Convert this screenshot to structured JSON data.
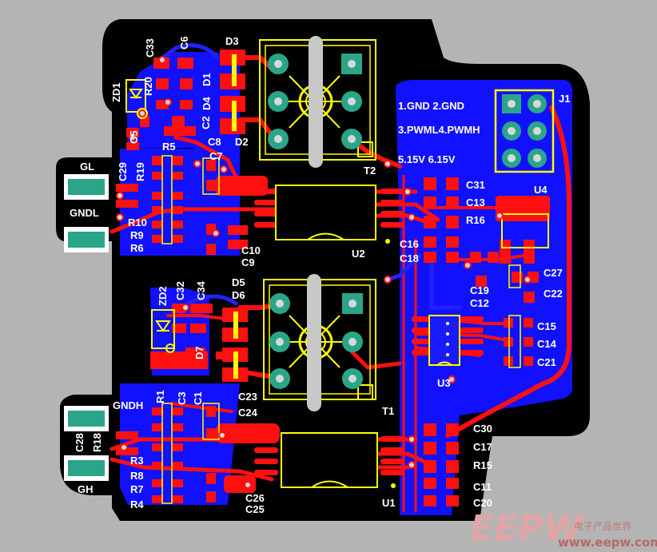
{
  "components": [
    {
      "id": "c33",
      "text": "C33"
    },
    {
      "id": "c6",
      "text": "C6"
    },
    {
      "id": "d3",
      "text": "D3"
    },
    {
      "id": "zd1",
      "text": "ZD1"
    },
    {
      "id": "r20",
      "text": "R20"
    },
    {
      "id": "d1",
      "text": "D1"
    },
    {
      "id": "d4",
      "text": "D4"
    },
    {
      "id": "c5",
      "text": "C5"
    },
    {
      "id": "c2",
      "text": "C2"
    },
    {
      "id": "c8",
      "text": "C8"
    },
    {
      "id": "d2",
      "text": "D2"
    },
    {
      "id": "r5",
      "text": "R5"
    },
    {
      "id": "c7",
      "text": "C7"
    },
    {
      "id": "t2",
      "text": "T2"
    },
    {
      "id": "c29",
      "text": "C29"
    },
    {
      "id": "r19",
      "text": "R19"
    },
    {
      "id": "r10",
      "text": "R10"
    },
    {
      "id": "r9",
      "text": "R9"
    },
    {
      "id": "r6",
      "text": "R6"
    },
    {
      "id": "c10",
      "text": "C10"
    },
    {
      "id": "c9",
      "text": "C9"
    },
    {
      "id": "u2",
      "text": "U2"
    },
    {
      "id": "c31",
      "text": "C31"
    },
    {
      "id": "c13",
      "text": "C13"
    },
    {
      "id": "r16",
      "text": "R16"
    },
    {
      "id": "u4",
      "text": "U4"
    },
    {
      "id": "c16",
      "text": "C16"
    },
    {
      "id": "c18",
      "text": "C18"
    },
    {
      "id": "c19",
      "text": "C19"
    },
    {
      "id": "c12",
      "text": "C12"
    },
    {
      "id": "c27",
      "text": "C27"
    },
    {
      "id": "c22",
      "text": "C22"
    },
    {
      "id": "zd2",
      "text": "ZD2"
    },
    {
      "id": "c32",
      "text": "C32"
    },
    {
      "id": "c34",
      "text": "C34"
    },
    {
      "id": "d5",
      "text": "D5"
    },
    {
      "id": "d6",
      "text": "D6"
    },
    {
      "id": "d7",
      "text": "D7"
    },
    {
      "id": "c15",
      "text": "C15"
    },
    {
      "id": "c14",
      "text": "C14"
    },
    {
      "id": "c21",
      "text": "C21"
    },
    {
      "id": "u3",
      "text": "U3"
    },
    {
      "id": "r1",
      "text": "R1"
    },
    {
      "id": "c3",
      "text": "C3"
    },
    {
      "id": "c1",
      "text": "C1"
    },
    {
      "id": "c23",
      "text": "C23"
    },
    {
      "id": "c24",
      "text": "C24"
    },
    {
      "id": "t1",
      "text": "T1"
    },
    {
      "id": "c28",
      "text": "C28"
    },
    {
      "id": "r18",
      "text": "R18"
    },
    {
      "id": "r3",
      "text": "R3"
    },
    {
      "id": "r8",
      "text": "R8"
    },
    {
      "id": "r7",
      "text": "R7"
    },
    {
      "id": "r4",
      "text": "R4"
    },
    {
      "id": "c26",
      "text": "C26"
    },
    {
      "id": "c25",
      "text": "C25"
    },
    {
      "id": "c30",
      "text": "C30"
    },
    {
      "id": "c17",
      "text": "C17"
    },
    {
      "id": "r15",
      "text": "R15"
    },
    {
      "id": "c11",
      "text": "C11"
    },
    {
      "id": "c20",
      "text": "C20"
    },
    {
      "id": "u1",
      "text": "U1"
    },
    {
      "id": "j1",
      "text": "J1"
    }
  ],
  "connector_pins": {
    "pins12": "1.GND 2.GND",
    "pins34": "3.PWML4.PWMH",
    "pins56": "5.15V 6.15V"
  },
  "pads": {
    "gl": "GL",
    "gndl": "GNDL",
    "gndh": "GNDH",
    "gh": "GH"
  },
  "watermark": {
    "letters": "EEPW",
    "cn": "电子产品世界",
    "url": "www.eepw.com.cn"
  },
  "colors": {
    "board": "#000000",
    "copper": "#1010ff",
    "pad": "#ff1010",
    "silk": "#ffff00",
    "background": "#b4b4b4"
  }
}
